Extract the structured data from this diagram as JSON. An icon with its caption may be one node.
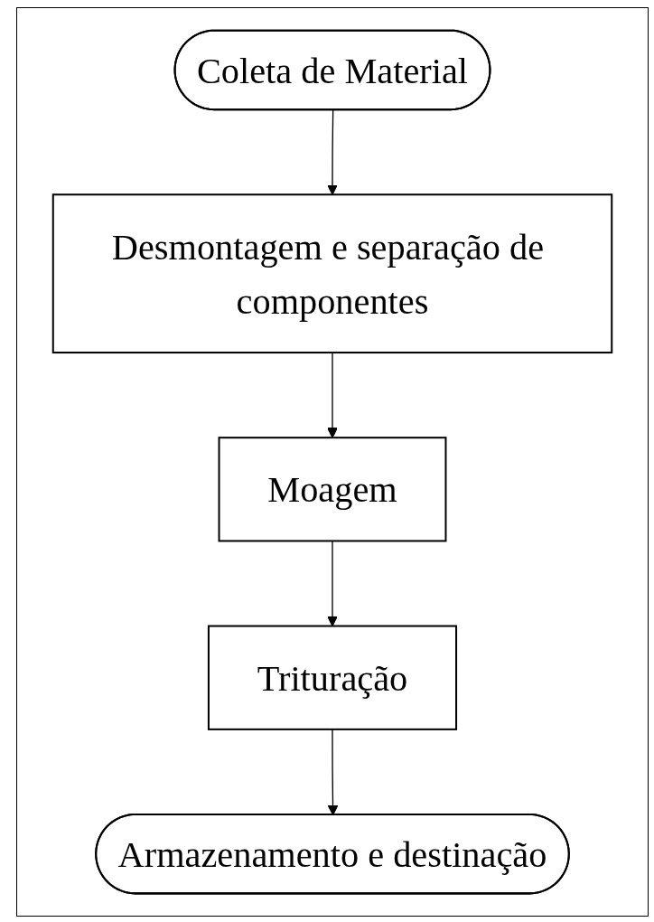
{
  "diagram": {
    "nodes": [
      {
        "text": [
          "Coleta de Material"
        ]
      },
      {
        "text": [
          "Desmontagem e separação de componentes"
        ]
      },
      {
        "text": [
          "Moagem"
        ]
      },
      {
        "text": [
          "Trituração"
        ]
      },
      {
        "text": [
          "Armazenamento e destinação"
        ]
      }
    ],
    "edges": [
      {
        "from": 0,
        "to": 1,
        "arrow": "to"
      },
      {
        "from": 1,
        "to": 2,
        "arrow": "to"
      },
      {
        "from": 2,
        "to": 3,
        "arrow": "to"
      },
      {
        "from": 3,
        "to": 4,
        "arrow": "to"
      }
    ]
  }
}
